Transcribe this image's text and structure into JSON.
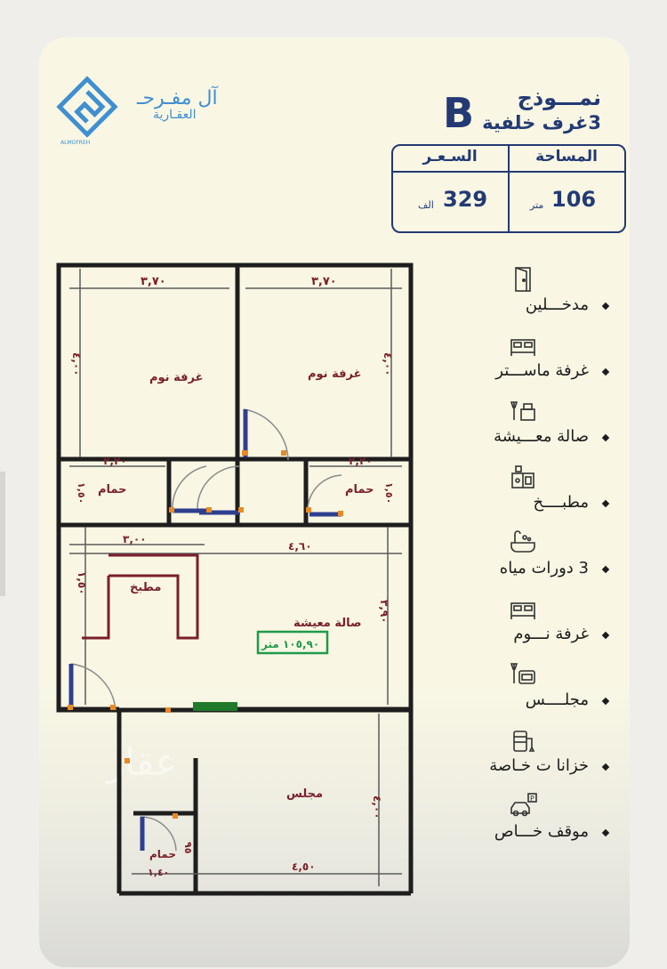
{
  "brand": {
    "name": "آل مفـرحـ",
    "sub": "العقـارية",
    "latin": "ALMOFREH"
  },
  "model": {
    "title": "نمـــوذج",
    "subtitle": "3غرف خلفية",
    "letter": "B"
  },
  "info": {
    "area_header": "المساحة",
    "area_value": "106",
    "area_unit": "متر",
    "price_header": "السـعـر",
    "price_value": "329",
    "price_unit": "الف"
  },
  "features": [
    {
      "label": "مدخـــلين",
      "icon": "door-icon"
    },
    {
      "label": "غرفة ماســـتر",
      "icon": "bed-icon"
    },
    {
      "label": "صالة معـــيشة",
      "icon": "living-room-icon"
    },
    {
      "label": "مطبــــخ",
      "icon": "kitchen-icon"
    },
    {
      "label": "3 دورات مياه",
      "icon": "bathtub-icon"
    },
    {
      "label": "غرفة نـــوم",
      "icon": "bed-icon"
    },
    {
      "label": "مجلــــس",
      "icon": "armchair-icon"
    },
    {
      "label": "خزانا ت خـاصة",
      "icon": "water-tank-icon"
    },
    {
      "label": "موقف خـــاص",
      "icon": "parking-icon"
    }
  ],
  "plan": {
    "room_bedroom": "غرفة نوم",
    "room_bathroom": "حمام",
    "room_kitchen": "مطبخ",
    "room_living": "صالة معيشة",
    "room_majlis": "مجلس",
    "area_label": "١٠٥,٩٠ متر",
    "dim_370": "٣,٧٠",
    "dim_400": "٤,٠٠",
    "dim_220": "٢,٢٠",
    "dim_150": "١,٥٠",
    "dim_300": "٣,٠٠",
    "dim_460": "٤,٦٠",
    "dim_390": "٣,٩٠",
    "dim_450": "٤,٥٠",
    "dim_140": "١,٤٠",
    "dim_095": "٩٥"
  },
  "watermark": "عقار",
  "colors": {
    "navy": "#233a73",
    "logo_blue": "#3f8fd1",
    "room_text": "#7a1f2a",
    "door": "#2f3f8f",
    "green": "#1f9a4a"
  }
}
